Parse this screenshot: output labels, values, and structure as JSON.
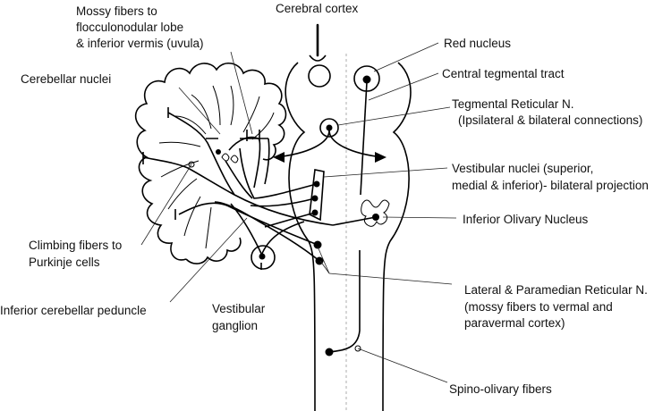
{
  "labels": {
    "mossy_fibers_1": "Mossy fibers to",
    "mossy_fibers_2": "flocculonodular lobe",
    "mossy_fibers_3": "& inferior vermis (uvula)",
    "cerebral_cortex": "Cerebral cortex",
    "red_nucleus": "Red nucleus",
    "central_tegmental": "Central tegmental tract",
    "cerebellar_nuclei": "Cerebellar nuclei",
    "tegmental_1": "Tegmental Reticular N.",
    "tegmental_2": "(Ipsilateral & bilateral connections)",
    "vestibular_nuclei_1": "Vestibular nuclei (superior,",
    "vestibular_nuclei_2": "medial & inferior)- bilateral projection",
    "inferior_olivary": "Inferior Olivary Nucleus",
    "climbing_1": "Climbing fibers to",
    "climbing_2": "Purkinje cells",
    "lateral_1": "Lateral & Paramedian Reticular N.",
    "lateral_2": "(mossy fibers to vermal and",
    "lateral_3": "paravermal cortex)",
    "inferior_peduncle": "Inferior cerebellar peduncle",
    "vestibular_ganglion_1": "Vestibular",
    "vestibular_ganglion_2": "ganglion",
    "spino_olivary": "Spino-olivary fibers"
  }
}
